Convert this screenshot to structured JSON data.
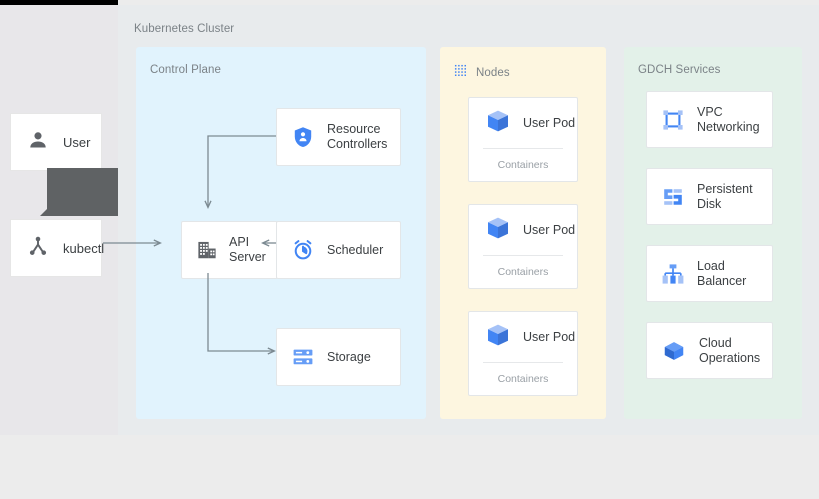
{
  "canvas": {
    "title": "Kubernetes Cluster"
  },
  "left_panel": {
    "items": [
      {
        "label": "User",
        "icon": "user-icon"
      },
      {
        "label": "kubectl",
        "icon": "kubectl-share-icon"
      }
    ],
    "tooltip": {
      "text": "",
      "visible": true
    }
  },
  "groups": {
    "control_plane": {
      "label": "Control Plane",
      "color": "#e1f3fd",
      "nodes": [
        {
          "id": "resource-controllers",
          "label": "Resource\nControllers",
          "icon": "shield-person-icon"
        },
        {
          "id": "api-server",
          "label": "API\nServer",
          "icon": "building-icon"
        },
        {
          "id": "scheduler",
          "label": "Scheduler",
          "icon": "alarm-clock-icon"
        },
        {
          "id": "storage",
          "label": "Storage",
          "icon": "server-rack-icon"
        }
      ]
    },
    "nodes": {
      "label": "Nodes",
      "color": "#fdf6e0",
      "icon": "dotted-grid-icon",
      "pods": [
        {
          "label": "User Pod",
          "sublabel": "Containers",
          "icon": "cube-icon"
        },
        {
          "label": "User Pod",
          "sublabel": "Containers",
          "icon": "cube-icon"
        },
        {
          "label": "User Pod",
          "sublabel": "Containers",
          "icon": "cube-icon"
        }
      ]
    },
    "gdch_services": {
      "label": "GDCH Services",
      "color": "#e3f1e9",
      "services": [
        {
          "label": "VPC\nNetworking",
          "icon": "vpc-network-icon"
        },
        {
          "label": "Persistent\nDisk",
          "icon": "persistent-disk-icon"
        },
        {
          "label": "Load\nBalancer",
          "icon": "load-balancer-icon"
        },
        {
          "label": "Cloud\nOperations",
          "icon": "cloud-operations-icon"
        }
      ]
    }
  },
  "connections": [
    {
      "from": "kubectl",
      "to": "api-server"
    },
    {
      "from": "resource-controllers",
      "to": "api-server"
    },
    {
      "from": "scheduler",
      "to": "api-server"
    },
    {
      "from": "api-server",
      "to": "storage"
    }
  ],
  "colors": {
    "accent_blue": "#4285f4",
    "icon_gray": "#5f6368",
    "arrow": "#7c8a92",
    "text": "#3c4043",
    "muted_text": "#9aa0a6",
    "canvas_bg": "#e8ebed",
    "panel_bg": "#e8e7ea"
  }
}
